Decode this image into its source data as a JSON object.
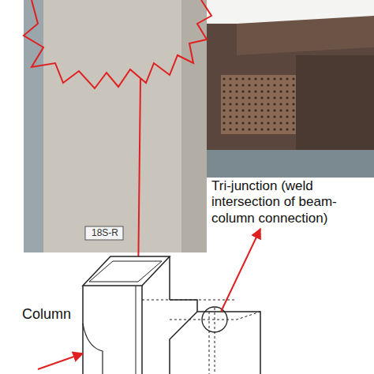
{
  "diagram": {
    "labels": [
      "18S-R",
      "Tri-junction (weld intersection of beam-column connection)",
      "Column"
    ]
  }
}
